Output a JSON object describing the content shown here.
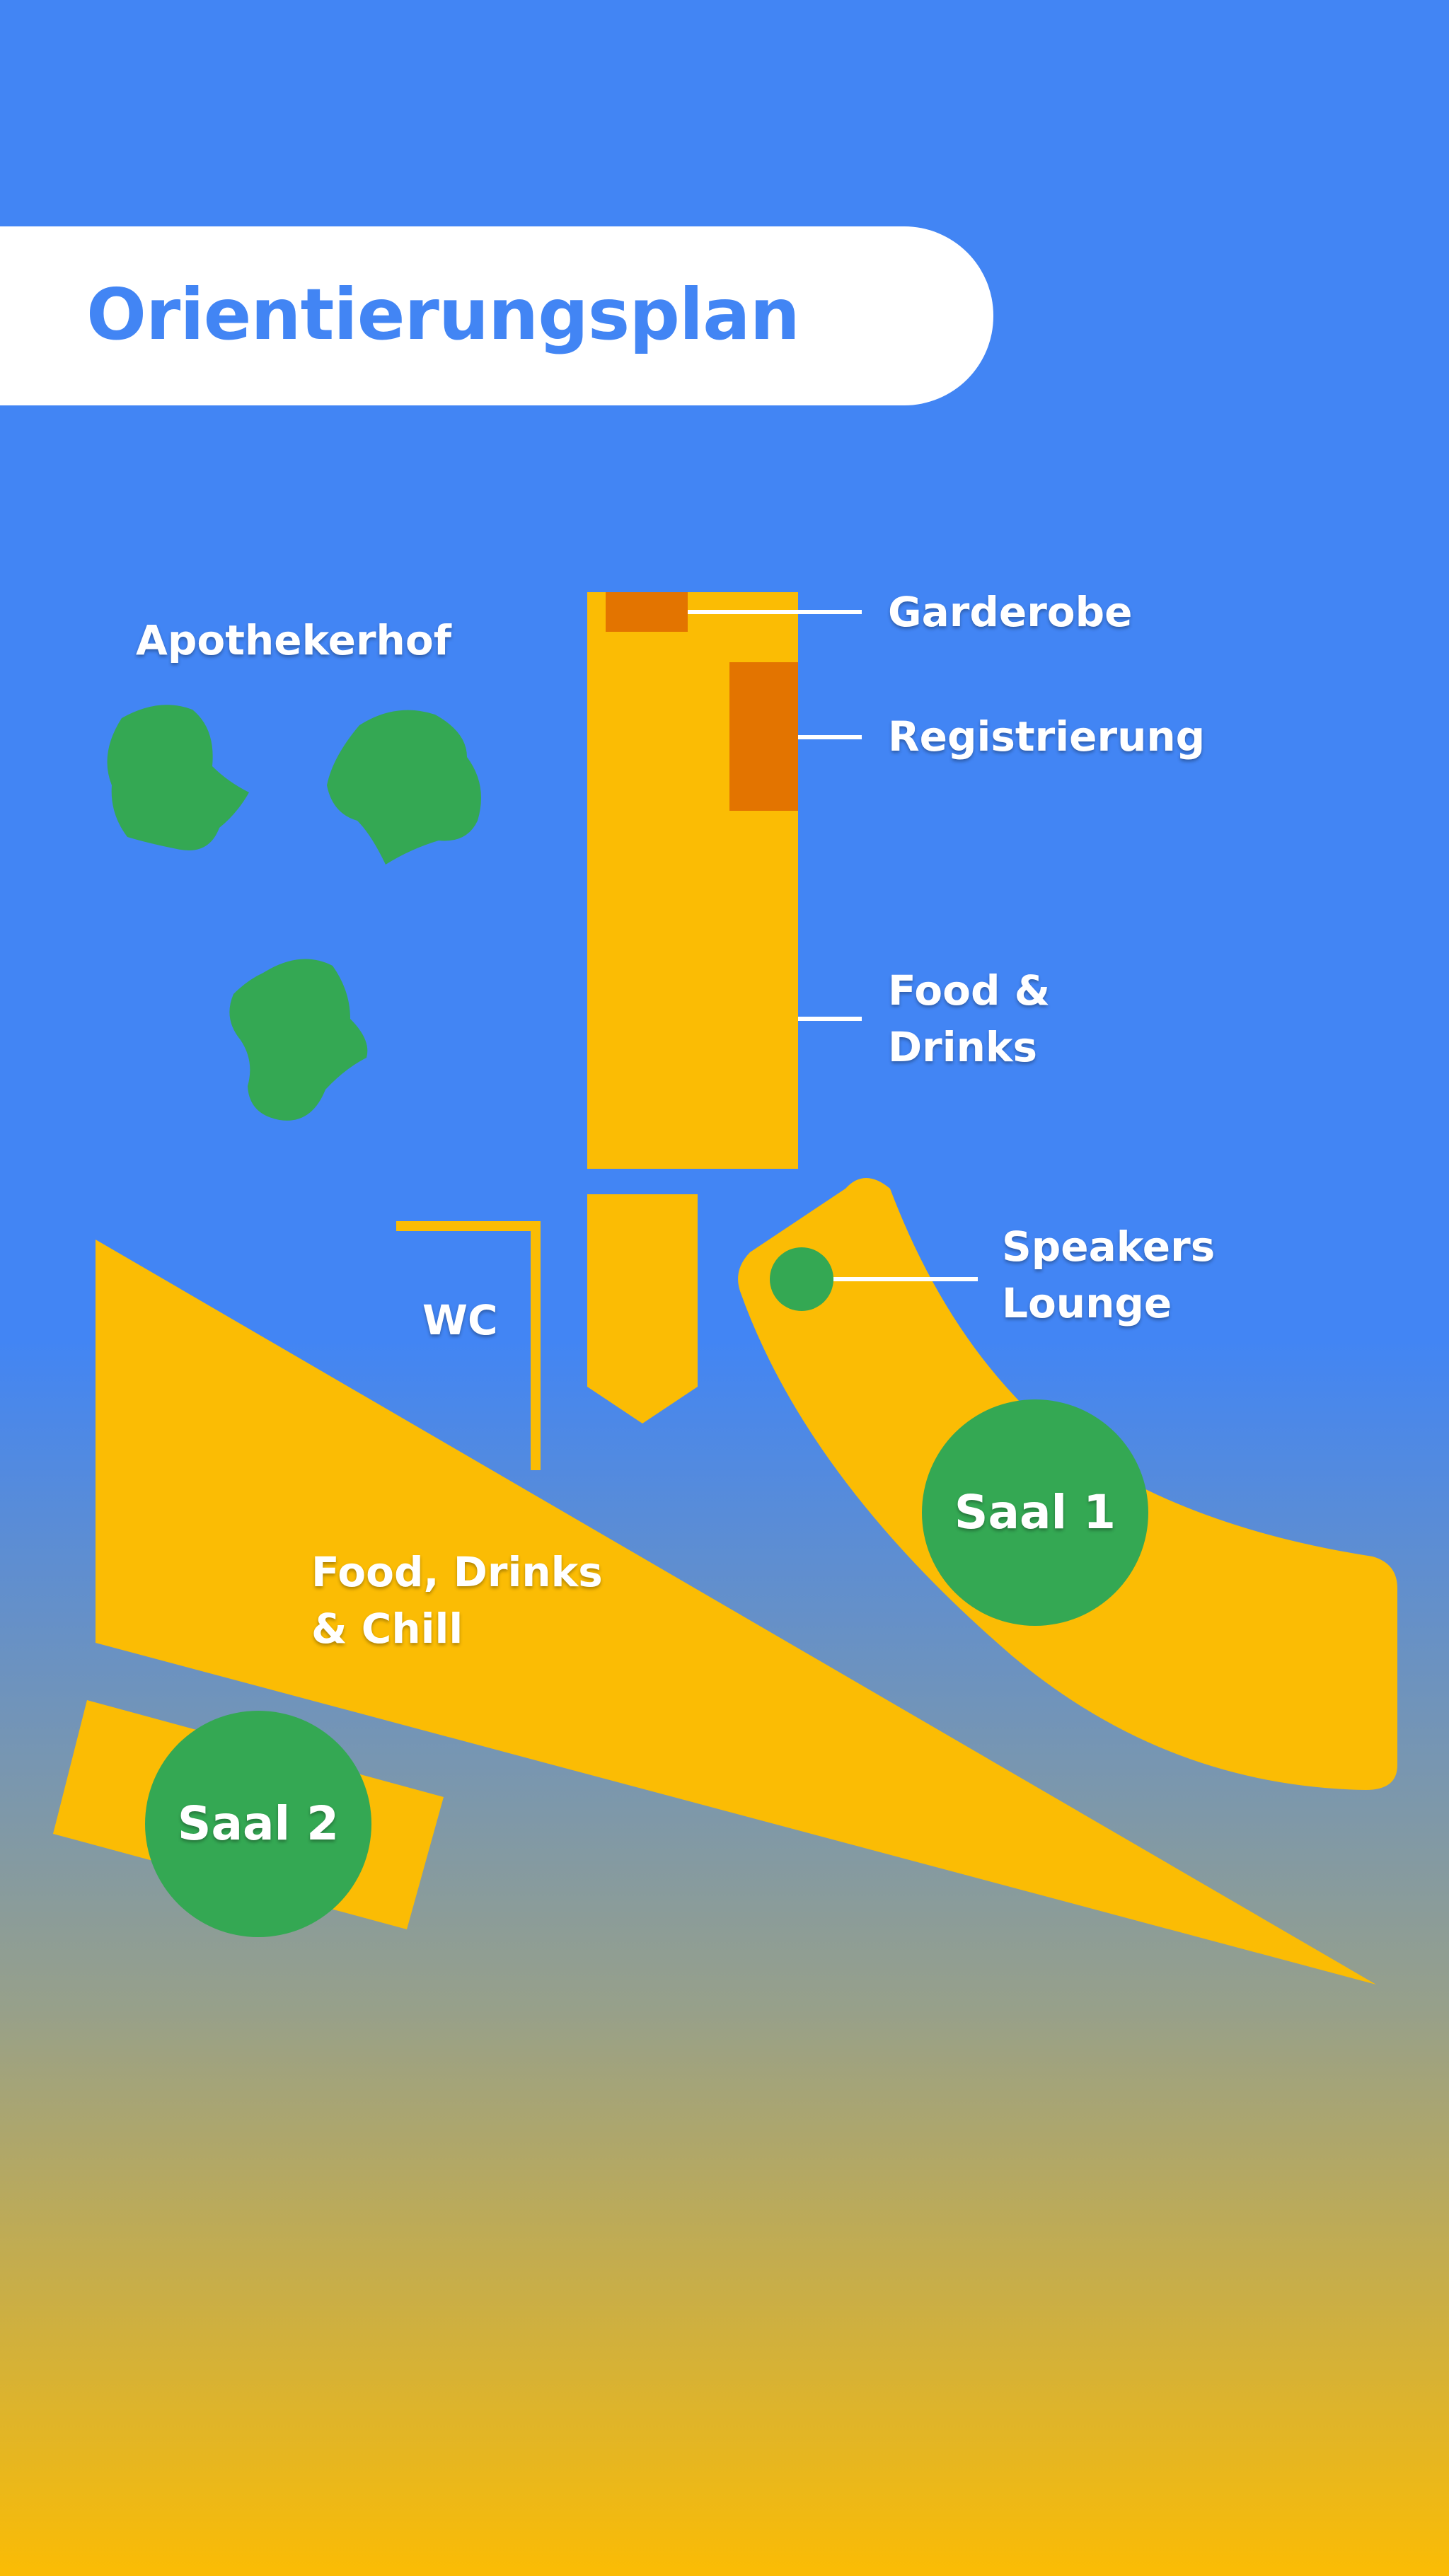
{
  "title": "Orientierungsplan",
  "colors": {
    "sky_top": "#4285F4",
    "sky_bottom": "#FBBC04",
    "building": "#FBBC04",
    "accent_orange": "#E37400",
    "green": "#34A853",
    "title_bg": "#FFFFFF",
    "title_text": "#4285F4",
    "label_text": "#FFFFFF"
  },
  "labels": {
    "apothekerhof": "Apothekerhof",
    "garderobe": "Garderobe",
    "registrierung": "Registrierung",
    "food_drinks": "Food &\nDrinks",
    "wc": "WC",
    "speakers_lounge": "Speakers\nLounge",
    "food_drinks_chill": "Food, Drinks\n& Chill",
    "saal_1": "Saal 1",
    "saal_2": "Saal 2"
  }
}
